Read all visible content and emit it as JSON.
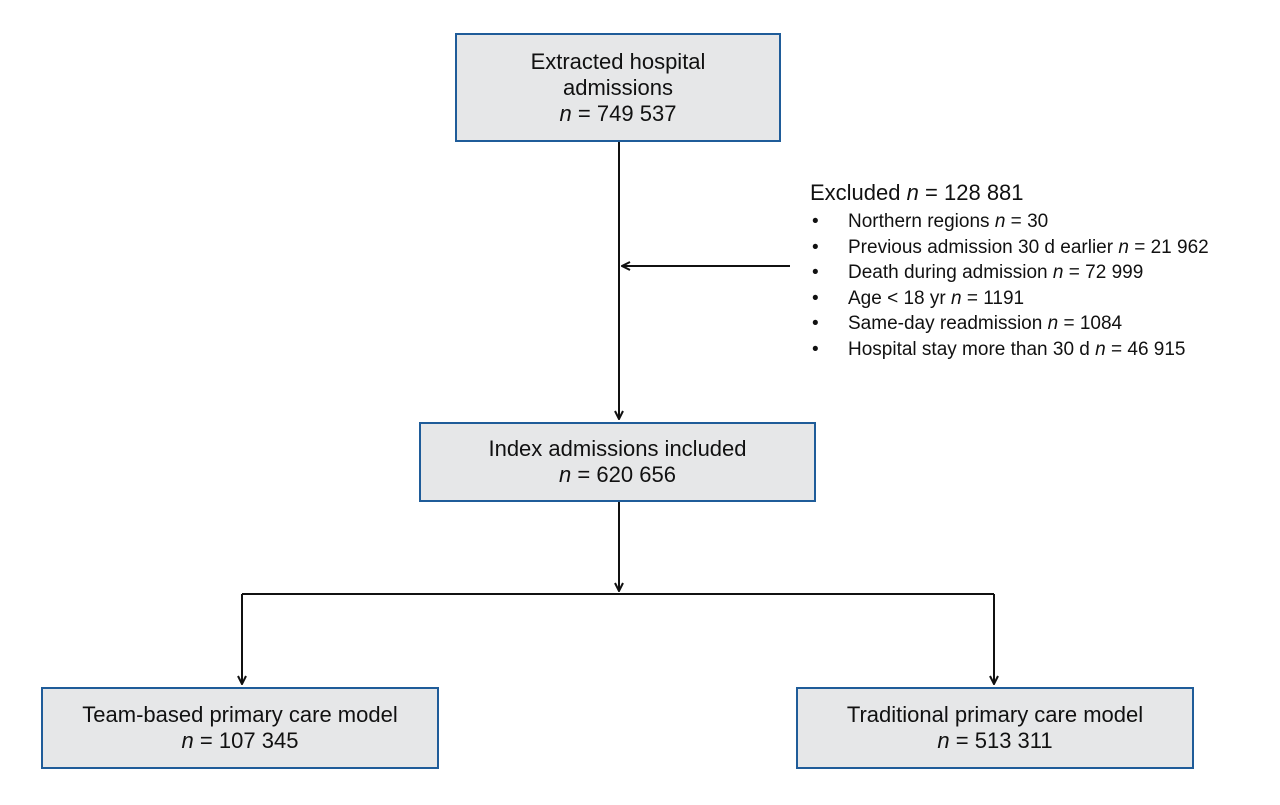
{
  "boxes": {
    "extracted": {
      "line1": "Extracted hospital",
      "line2": "admissions",
      "n_value": "749 537"
    },
    "index": {
      "label": "Index admissions included",
      "n_value": "620 656"
    },
    "team": {
      "label": "Team-based primary care model",
      "n_value": "107 345"
    },
    "traditional": {
      "label": "Traditional primary care model",
      "n_value": "513 311"
    }
  },
  "n_symbol": "n",
  "equals": "=",
  "excluded": {
    "title": "Excluded",
    "n_value": "128 881",
    "bullet": "•",
    "items": [
      {
        "label": "Northern regions",
        "n_value": "30"
      },
      {
        "label": "Previous admission 30 d earlier",
        "n_value": "21 962"
      },
      {
        "label": "Death during admission",
        "n_value": "72 999"
      },
      {
        "label": "Age < 18 yr",
        "n_value": "1191"
      },
      {
        "label": "Same-day readmission",
        "n_value": "1084"
      },
      {
        "label": "Hospital stay more than 30 d",
        "n_value": "46 915"
      }
    ]
  },
  "colors": {
    "box_border": "#1f5c99",
    "box_fill": "#e6e7e8",
    "line": "#111111"
  }
}
